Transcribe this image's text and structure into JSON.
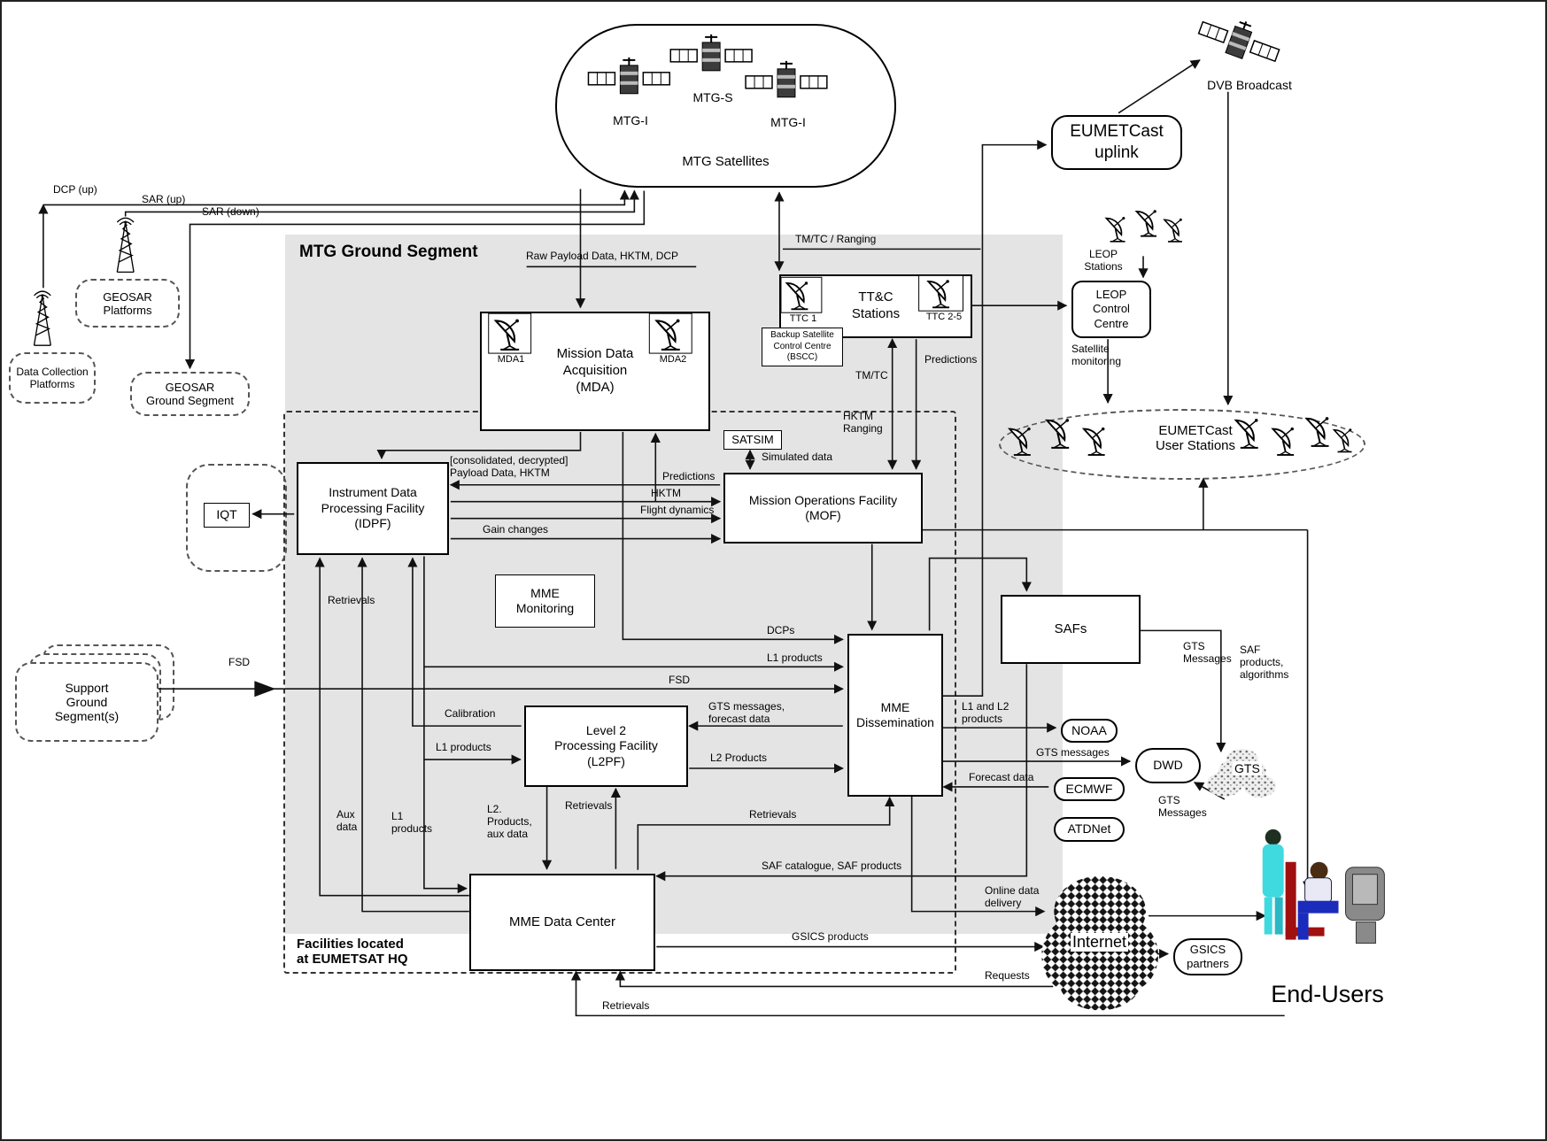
{
  "colors": {
    "ground_segment_fill": "#e4e4e4",
    "line_black": "#111111",
    "person_cyan": "#3fd9e0",
    "chair_red": "#a01010",
    "pants_blue": "#1b2bbb",
    "monitor_gray": "#8a8a8a"
  },
  "nodes": {
    "mtg_satellites": "MTG Satellites",
    "mtg_i_left": "MTG-I",
    "mtg_s": "MTG-S",
    "mtg_i_right": "MTG-I",
    "dvb_broadcast": "DVB Broadcast",
    "eumetcast_uplink": "EUMETCast\nuplink",
    "leop_stations": "LEOP\nStations",
    "leop_control_centre": "LEOP\nControl\nCentre",
    "eumetcast_user_stations": "EUMETCast\nUser Stations",
    "geosar_platforms": "GEOSAR\nPlatforms",
    "data_collection_platforms": "Data Collection\nPlatforms",
    "geosar_ground_segment": "GEOSAR\nGround Segment",
    "mtg_ground_segment": "MTG Ground Segment",
    "facilities_note": "Facilities located\nat EUMETSAT HQ",
    "mda": "Mission Data\nAcquisition\n(MDA)",
    "mda1": "MDA1",
    "mda2": "MDA2",
    "ttc_stations": "TT&C\nStations",
    "ttc1": "TTC 1",
    "ttc25": "TTC 2-5",
    "bscc": "Backup Satellite\nControl Centre\n(BSCC)",
    "satsim": "SATSIM",
    "mof": "Mission Operations Facility\n(MOF)",
    "idpf": "Instrument Data\nProcessing Facility\n(IDPF)",
    "iqt": "IQT",
    "mme_monitoring": "MME\nMonitoring",
    "support_ground_segments": "Support\nGround\nSegment(s)",
    "l2pf": "Level 2\nProcessing Facility\n(L2PF)",
    "mme_dissemination": "MME\nDissemination",
    "safs": "SAFs",
    "noaa": "NOAA",
    "dwd": "DWD",
    "ecmwf": "ECMWF",
    "atdnet": "ATDNet",
    "gts": "GTS",
    "mme_data_center": "MME Data Center",
    "internet": "Internet",
    "gsics_partners": "GSICS\npartners",
    "end_users": "End-Users"
  },
  "edges": {
    "dcp_up": "DCP (up)",
    "sar_up": "SAR (up)",
    "sar_down": "SAR (down)",
    "raw_payload": "Raw Payload Data, HKTM, DCP",
    "tmtc_ranging": "TM/TC / Ranging",
    "satellite_monitoring": "Satellite\nmonitoring",
    "predictions_right": "Predictions",
    "tmtc": "TM/TC",
    "hktm_ranging": "HKTM\nRanging",
    "simulated_data": "Simulated data",
    "consolidated_payload": "[consolidated, decrypted]\nPayload Data, HKTM",
    "predictions_left": "Predictions",
    "hktm": "HKTM",
    "flight_dynamics": "Flight dynamics",
    "gain_changes": "Gain changes",
    "retrievals_idpf": "Retrievals",
    "fsd_left": "FSD",
    "fsd_right": "FSD",
    "dcps": "DCPs",
    "l1_products_diss": "L1 products",
    "calibration": "Calibration",
    "gts_forecast": "GTS messages,\nforecast data",
    "l1_products_l2pf": "L1 products",
    "l2_products": "L2 Products",
    "l1_l2_products": "L1 and L2\nproducts",
    "gts_messages_dwd": "GTS messages",
    "forecast_data": "Forecast data",
    "gts_messages_safs": "GTS\nMessages",
    "saf_products": "SAF\nproducts,\nalgorithms",
    "aux_data": "Aux\ndata",
    "l1_products_dc": "L1\nproducts",
    "l2_products_aux": "L2.\nProducts,\naux data",
    "retrievals_l2pf": "Retrievals",
    "retrievals_diss": "Retrievals",
    "gts_messages_gts": "GTS\nMessages",
    "saf_catalogue": "SAF catalogue, SAF products",
    "online_data": "Online data\ndelivery",
    "gsics_products": "GSICS products",
    "requests": "Requests",
    "retrievals_dc": "Retrievals"
  }
}
